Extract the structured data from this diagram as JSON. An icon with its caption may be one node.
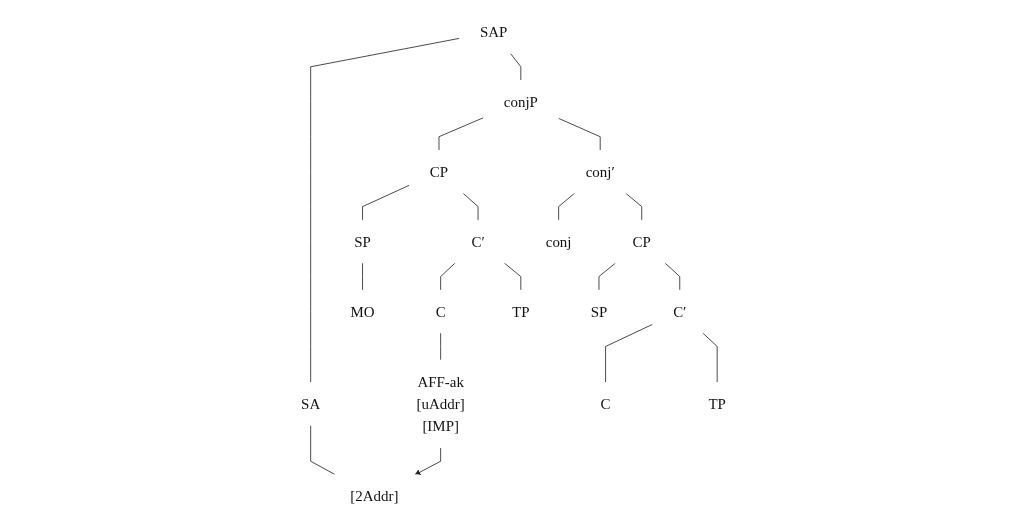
{
  "diagram": {
    "nodes": [
      {
        "text": [
          "SAP"
        ]
      },
      {
        "text": [
          "SA"
        ]
      },
      {
        "text": [
          "conjP"
        ]
      },
      {
        "text": [
          "[2Addr]"
        ]
      },
      {
        "text": [
          "CP"
        ]
      },
      {
        "text": [
          "conj′"
        ]
      },
      {
        "text": [
          "SP"
        ]
      },
      {
        "text": [
          "C′"
        ]
      },
      {
        "text": [
          "conj"
        ]
      },
      {
        "text": [
          "CP"
        ]
      },
      {
        "text": [
          "MO"
        ]
      },
      {
        "text": [
          "C"
        ]
      },
      {
        "text": [
          "TP"
        ]
      },
      {
        "text": [
          "SP"
        ]
      },
      {
        "text": [
          "C′"
        ]
      },
      {
        "text": [
          "AFF-ak",
          "[uAddr]",
          "[IMP]"
        ]
      },
      {
        "text": [
          "C"
        ]
      },
      {
        "text": [
          "TP"
        ]
      }
    ],
    "edges": [
      {
        "from": 0,
        "to": 1,
        "arrow": "none"
      },
      {
        "from": 0,
        "to": 2,
        "arrow": "none"
      },
      {
        "from": 1,
        "to": 3,
        "arrow": "none"
      },
      {
        "from": 2,
        "to": 4,
        "arrow": "none"
      },
      {
        "from": 2,
        "to": 5,
        "arrow": "none"
      },
      {
        "from": 4,
        "to": 6,
        "arrow": "none"
      },
      {
        "from": 4,
        "to": 7,
        "arrow": "none"
      },
      {
        "from": 5,
        "to": 8,
        "arrow": "none"
      },
      {
        "from": 5,
        "to": 9,
        "arrow": "none"
      },
      {
        "from": 6,
        "to": 10,
        "arrow": "none"
      },
      {
        "from": 7,
        "to": 11,
        "arrow": "none"
      },
      {
        "from": 7,
        "to": 12,
        "arrow": "none"
      },
      {
        "from": 9,
        "to": 13,
        "arrow": "none"
      },
      {
        "from": 9,
        "to": 14,
        "arrow": "none"
      },
      {
        "from": 11,
        "to": 15,
        "arrow": "none"
      },
      {
        "from": 14,
        "to": 16,
        "arrow": "none"
      },
      {
        "from": 14,
        "to": 17,
        "arrow": "none"
      },
      {
        "from": 15,
        "to": 3,
        "arrow": "to"
      }
    ]
  }
}
